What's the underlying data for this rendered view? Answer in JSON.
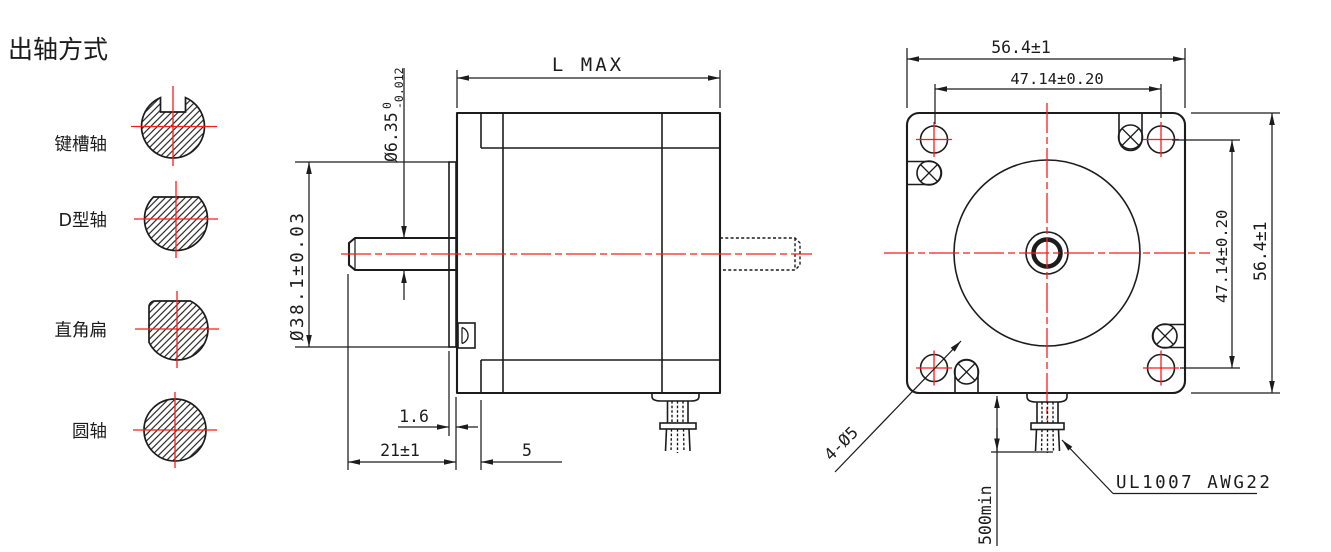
{
  "title": "出轴方式",
  "palette": {
    "line_color": "#1c1c1c",
    "centerline_color": "#ff1a1a",
    "background": "#ffffff"
  },
  "shaft_types": [
    {
      "label": "键槽轴",
      "kind": "keyway-shaft"
    },
    {
      "label": "D型轴",
      "kind": "d-flat-shaft"
    },
    {
      "label": "直角扁",
      "kind": "right-angle-flat-shaft"
    },
    {
      "label": "圆轴",
      "kind": "round-shaft"
    }
  ],
  "side_view": {
    "dim_length": "L MAX",
    "dim_shaft_dia_base": "Ø6.35",
    "dim_shaft_dia_sup": "0",
    "dim_shaft_dia_sub": "-0.012",
    "dim_pilot_dia": "Ø38.1±0.03",
    "dim_pilot_depth": "1.6",
    "dim_shaft_len": "21±1",
    "dim_flange_depth": "5"
  },
  "front_view": {
    "dim_width": "56.4±1",
    "dim_hole_span_top": "47.14±0.20",
    "dim_hole_span_right": "47.14±0.20",
    "dim_height": "56.4±1",
    "dim_mount_holes": "4-Ø5",
    "dim_lead_length": "500min",
    "lead_spec": "UL1007 AWG22"
  }
}
